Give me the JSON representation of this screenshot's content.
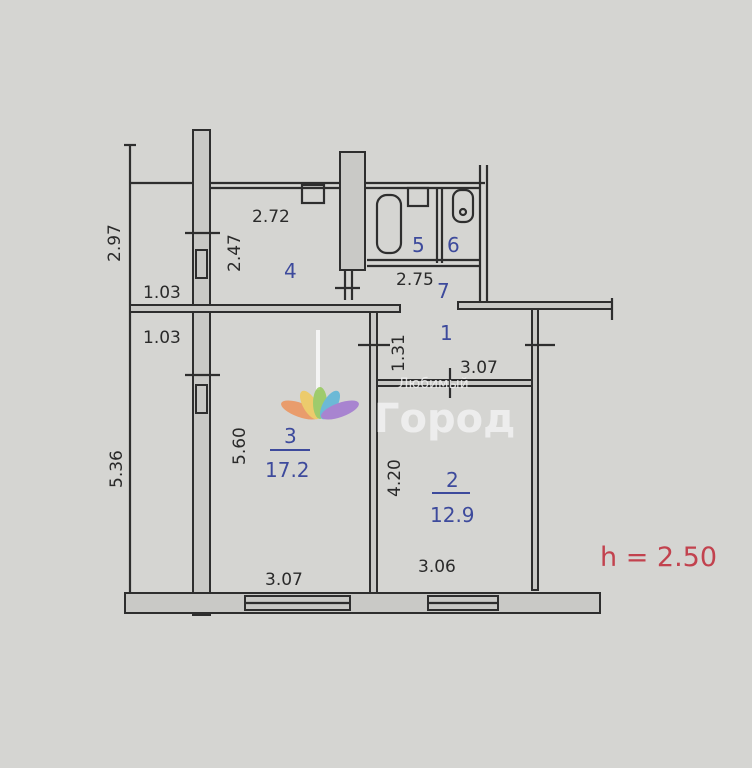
{
  "plan": {
    "dimensions": {
      "d_2_97": "2.97",
      "d_2_72": "2.72",
      "d_2_47": "2.47",
      "d_2_75": "2.75",
      "d_1_03_top": "1.03",
      "d_1_03_bottom": "1.03",
      "d_1_31": "1.31",
      "d_3_07_corridor": "3.07",
      "d_5_60": "5.60",
      "d_4_20": "4.20",
      "d_5_36": "5.36",
      "d_3_07_bottom": "3.07",
      "d_3_06_bottom": "3.06"
    },
    "rooms": {
      "r1": "1",
      "r2": "2",
      "r2_area": "12.9",
      "r3": "3",
      "r3_area": "17.2",
      "r4": "4",
      "r5": "5",
      "r6": "6",
      "r7": "7"
    },
    "ceiling_height": "h = 2.50"
  },
  "watermark": {
    "line1": "Любимый",
    "line2": "Город"
  }
}
